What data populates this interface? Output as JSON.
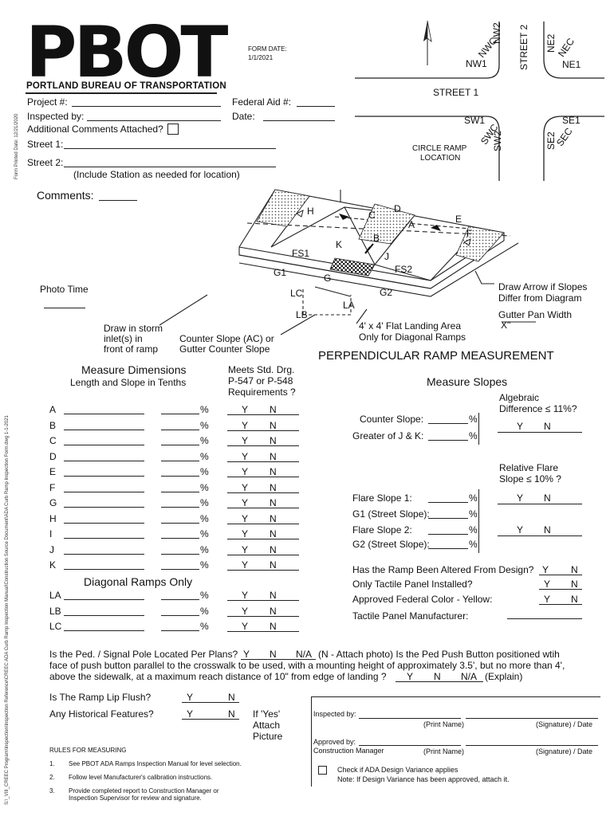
{
  "header": {
    "logo": "PBOT",
    "bureau": "PORTLAND BUREAU OF TRANSPORTATION",
    "form_date_label": "FORM DATE:",
    "form_date": "1/1/2021"
  },
  "fields": {
    "project": "Project #:",
    "federal_aid": "Federal Aid #:",
    "inspected_by": "Inspected by:",
    "date": "Date:",
    "additional_comments": "Additional Comments Attached?",
    "street1": "Street 1:",
    "street2": "Street 2:",
    "station_note": "(Include Station  as needed for location)",
    "comments": "Comments:"
  },
  "side_note": {
    "printed": "Form Printed Date: 12/21/2020",
    "path": "S:\\_VIII_CREEC Program\\Inspection\\Inspection Reference\\CREEC ADA Curb Ramp Inspection Manual\\Construction Source Document\\ADA Curb Ramp Inspection Form.dwg 1-1-2021"
  },
  "map": {
    "street1": "STREET 1",
    "street2": "STREET 2",
    "nw1": "NW1",
    "nwc": "NWC",
    "nw2": "NW2",
    "ne2": "NE2",
    "nec": "NEC",
    "ne1": "NE1",
    "sw1": "SW1",
    "swc": "SWC",
    "sw2": "SW2",
    "se2": "SE2",
    "sec": "SEC",
    "se1": "SE1",
    "circle_line1": "CIRCLE RAMP",
    "circle_line2": "LOCATION"
  },
  "diagram": {
    "labels": {
      "h": "H",
      "c": "C",
      "d": "D",
      "a": "A",
      "e": "E",
      "f": "F",
      "b": "B",
      "k": "K",
      "j": "J",
      "fs1": "FS1",
      "fs2": "FS2",
      "g1": "G1",
      "g": "G",
      "g2": "G2",
      "lc": "LC",
      "la": "LA",
      "lb": "LB"
    },
    "photo_time": "Photo Time",
    "storm1": "Draw in storm",
    "storm2": "inlet(s) in",
    "storm3": "front of ramp",
    "counter1": "Counter Slope (AC) or",
    "counter2": "Gutter Counter  Slope",
    "landing1": "4' x 4' Flat Landing Area",
    "landing2": "Only for Diagonal Ramps",
    "arrow1": "Draw Arrow if Slopes",
    "arrow2": "Differ from Diagram",
    "gutter1": "Gutter Pan Width",
    "gutter2": "X\""
  },
  "section_title": "PERPENDICULAR RAMP MEASUREMENT",
  "dimensions": {
    "title": "Measure Dimensions",
    "subtitle": "Length and Slope in Tenths",
    "meets1": "Meets Std. Drg.",
    "meets2": "P-547 or P-548",
    "meets3": "Requirements ?",
    "rows": [
      "A",
      "B",
      "C",
      "D",
      "E",
      "F",
      "G",
      "H",
      "I",
      "J",
      "K"
    ],
    "diag_title": "Diagonal Ramps Only",
    "diag_rows": [
      "LA",
      "LB",
      "LC"
    ],
    "pct": "%",
    "y": "Y",
    "n": "N"
  },
  "slopes": {
    "title": "Measure Slopes",
    "alg1": "Algebraic",
    "alg2": "Difference ≤ 11%?",
    "counter": "Counter Slope:",
    "greater": "Greater of J & K:",
    "rel1": "Relative Flare",
    "rel2": "Slope ≤ 10% ?",
    "flare1": "Flare Slope 1:",
    "g1": "G1 (Street Slope):",
    "flare2": "Flare Slope 2:",
    "g2": "G2 (Street Slope):",
    "altered": "Has the Ramp Been Altered From Design?",
    "tactile": "Only Tactile Panel Installed?",
    "color": "Approved Federal Color - Yellow:",
    "manufacturer": "Tactile Panel Manufacturer:"
  },
  "ped": {
    "line1a": "Is the Ped. / Signal Pole Located Per Plans?",
    "line1b": "(N - Attach photo)  Is the Ped Push Button positioned wtih",
    "line2": "face of push button parallel to the crosswalk to be used, with a mounting height of approximately 3.5', but no more than 4',",
    "line3": "above the sidewalk, at a maximum reach distance of 10\" from edge of landing ?",
    "na": "N/A",
    "explain": "(Explain)"
  },
  "lip": {
    "flush": "Is The Ramp Lip Flush?",
    "historical": "Any Historical Features?",
    "if_yes1": "If 'Yes'",
    "if_yes2": "Attach",
    "if_yes3": "Picture"
  },
  "rules": {
    "title": "RULES FOR MEASURING",
    "items": [
      {
        "num": "1.",
        "text": "See PBOT ADA Ramps Inspection Manual for level selection."
      },
      {
        "num": "2.",
        "text": "Follow level Manufacturer's calibration instructions."
      },
      {
        "num": "3.",
        "text": "Provide completed report to Construction Manager or"
      },
      {
        "num": "",
        "text": "Inspection Supervisor for review and signature."
      }
    ]
  },
  "signoff": {
    "inspected": "Inspected by:",
    "approved": "Approved by:",
    "cm": "Construction Manager",
    "print": "(Print Name)",
    "sig": "(Signature) / Date",
    "variance": "Check if ADA Design Variance applies",
    "variance_note": "Note: If Design Variance has been approved, attach it."
  }
}
